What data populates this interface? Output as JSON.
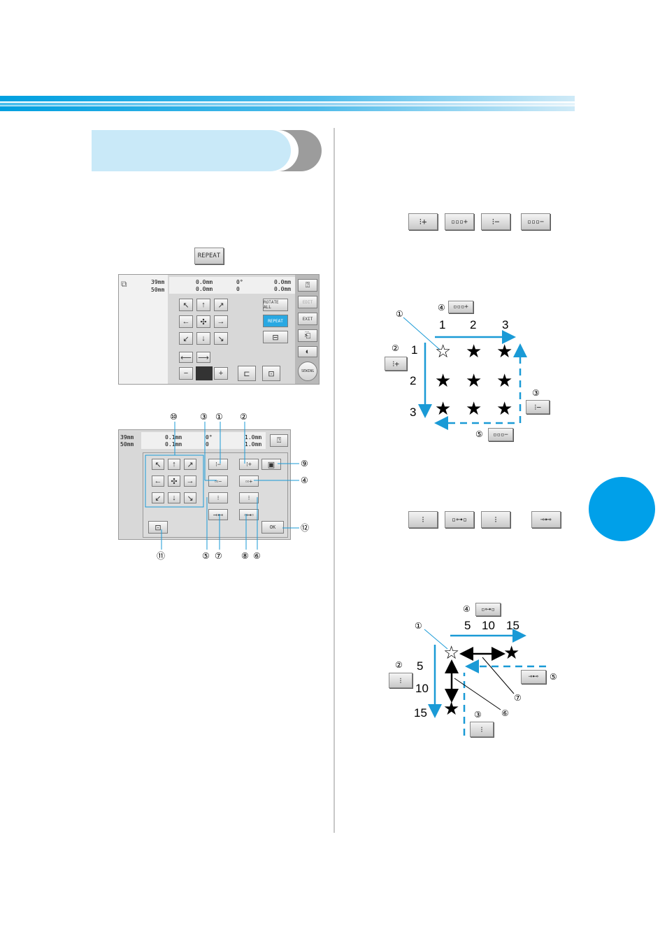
{
  "buttons_top": {
    "repeat_label": "REPEAT"
  },
  "screen1": {
    "size_h": "39mm",
    "size_w": "50mm",
    "readout": [
      "0.0mm",
      "0.0mm",
      "0°",
      "0",
      "0.0mm",
      "0.0mm"
    ],
    "rotate_all": "ROTATE ALL",
    "repeat": "REPEAT",
    "edit": "EDIT",
    "exit": "EXIT",
    "sewing": "SEWING",
    "arrows": [
      "↖",
      "↑",
      "↗",
      "←",
      "✣",
      "→",
      "↙",
      "↓",
      "↘"
    ],
    "minus": "−",
    "plus": "+"
  },
  "screen2": {
    "size_h": "39mm",
    "size_w": "50mm",
    "readout": [
      "0.1mm",
      "0.1mm",
      "0°",
      "0",
      "1.0mm",
      "1.0mm"
    ],
    "ok": "OK",
    "arrows": [
      "↖",
      "↑",
      "↗",
      "←",
      "✣",
      "→",
      "↙",
      "↓",
      "↘"
    ],
    "callouts": [
      "⑩",
      "③",
      "①",
      "②",
      "⑨",
      "④",
      "⑪",
      "⑤",
      "⑦",
      "⑧",
      "⑥",
      "⑫"
    ]
  },
  "right_buttons_1": [
    "⁝+",
    "▫▫▫+",
    "⁝−",
    "▫▫▫−"
  ],
  "right_buttons_2": [
    "⁝",
    "▫⊶▫",
    "⁝",
    "⊸⊷"
  ],
  "diagram1": {
    "labels": [
      "①",
      "②",
      "③",
      "④",
      "⑤"
    ],
    "cols": [
      "1",
      "2",
      "3"
    ],
    "rows": [
      "1",
      "2",
      "3"
    ],
    "btn_labels": [
      "▫▫▫+",
      "⁝+",
      "⁝−",
      "▫▫▫−"
    ],
    "star_hollow": "☆",
    "star_filled": "★"
  },
  "diagram2": {
    "labels": [
      "①",
      "②",
      "③",
      "④",
      "⑤",
      "⑥",
      "⑦"
    ],
    "cols": [
      "5",
      "10",
      "15"
    ],
    "rows": [
      "5",
      "10",
      "15"
    ],
    "btn_labels": [
      "▫⊶▫",
      "⁝",
      "⁝",
      "⊸⊷"
    ],
    "star_hollow": "☆",
    "star_filled": "★"
  },
  "colors": {
    "accent": "#00a0e9",
    "accent_light": "#c9e9f8",
    "arrow": "#1a9ad6"
  }
}
